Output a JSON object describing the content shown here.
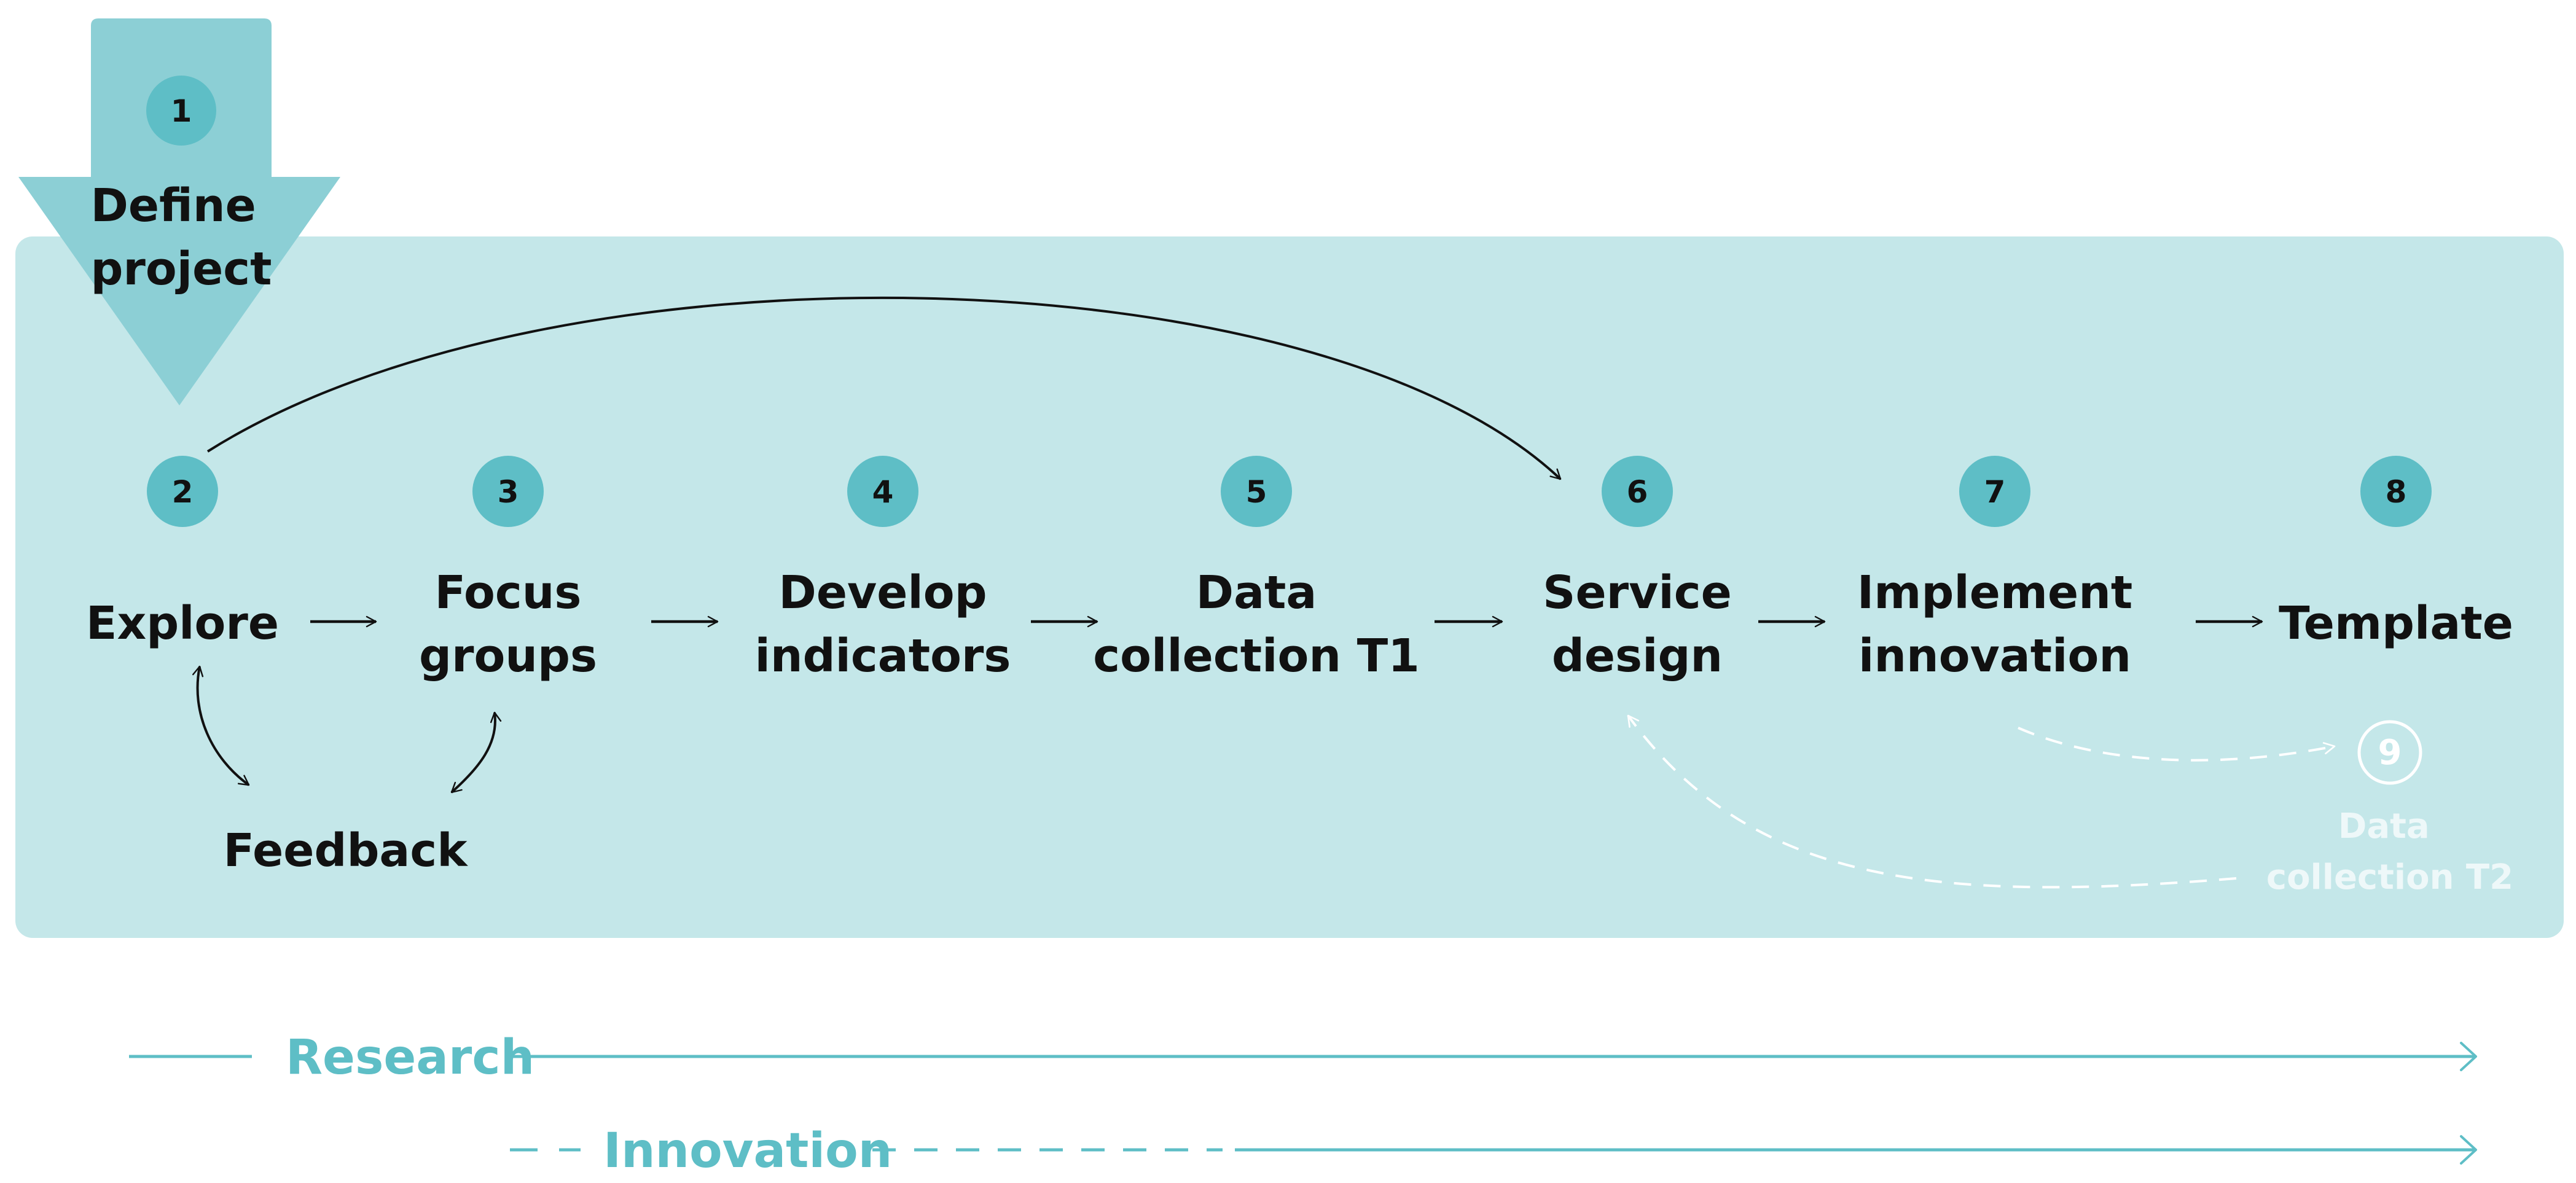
{
  "colors": {
    "panel": "#c4e7e9",
    "arrow_shape": "#8ccfd5",
    "circle": "#5ebec6",
    "accent": "#5ebec6",
    "faded": "#eef8f9",
    "text": "#111111"
  },
  "start": {
    "number": "1",
    "label_lines": [
      "Define",
      "project"
    ]
  },
  "steps": [
    {
      "number": "2",
      "lines": [
        "Explore"
      ]
    },
    {
      "number": "3",
      "lines": [
        "Focus",
        "groups"
      ]
    },
    {
      "number": "4",
      "lines": [
        "Develop",
        "indicators"
      ]
    },
    {
      "number": "5",
      "lines": [
        "Data",
        "collection T1"
      ]
    },
    {
      "number": "6",
      "lines": [
        "Service",
        "design"
      ]
    },
    {
      "number": "7",
      "lines": [
        "Implement",
        "innovation"
      ]
    },
    {
      "number": "8",
      "lines": [
        "Template"
      ]
    }
  ],
  "feedback": {
    "label": "Feedback"
  },
  "followup": {
    "number": "9",
    "lines": [
      "Data",
      "collection T2"
    ]
  },
  "legend": {
    "research": "Research",
    "innovation": "Innovation"
  }
}
